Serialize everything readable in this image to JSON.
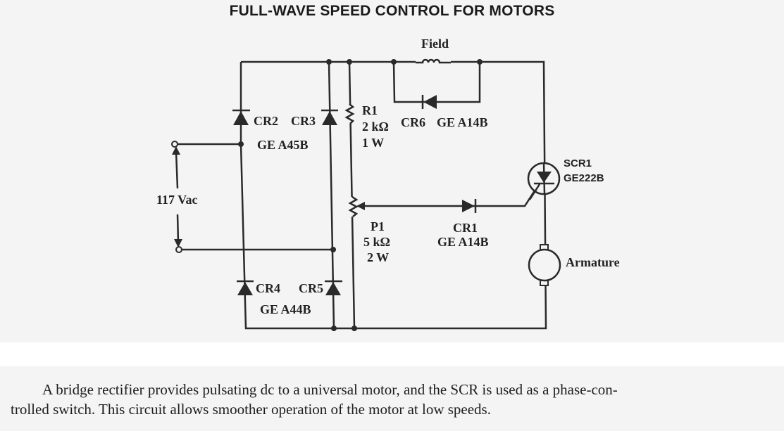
{
  "title": "FULL-WAVE SPEED CONTROL FOR MOTORS",
  "diagram": {
    "field": "Field",
    "cr2": "CR2",
    "cr3": "CR3",
    "bridge_top_part": "GE A45B",
    "r1": "R1",
    "r1_value": "2 kΩ",
    "r1_power": "1 W",
    "cr6": "CR6",
    "cr6_part": "GE A14B",
    "supply": "117 Vac",
    "p1": "P1",
    "p1_value": "5 kΩ",
    "p1_power": "2 W",
    "cr1": "CR1",
    "cr1_part": "GE A14B",
    "cr4": "CR4",
    "cr5": "CR5",
    "bridge_bottom_part": "GE A44B",
    "scr": "SCR1",
    "scr_part": "GE222B",
    "armature": "Armature"
  },
  "caption": {
    "line1": "A bridge rectifier provides pulsating dc to a universal motor, and the SCR is used as a phase-con-",
    "line2": "trolled switch. This circuit allows smoother operation of the motor at low speeds."
  }
}
